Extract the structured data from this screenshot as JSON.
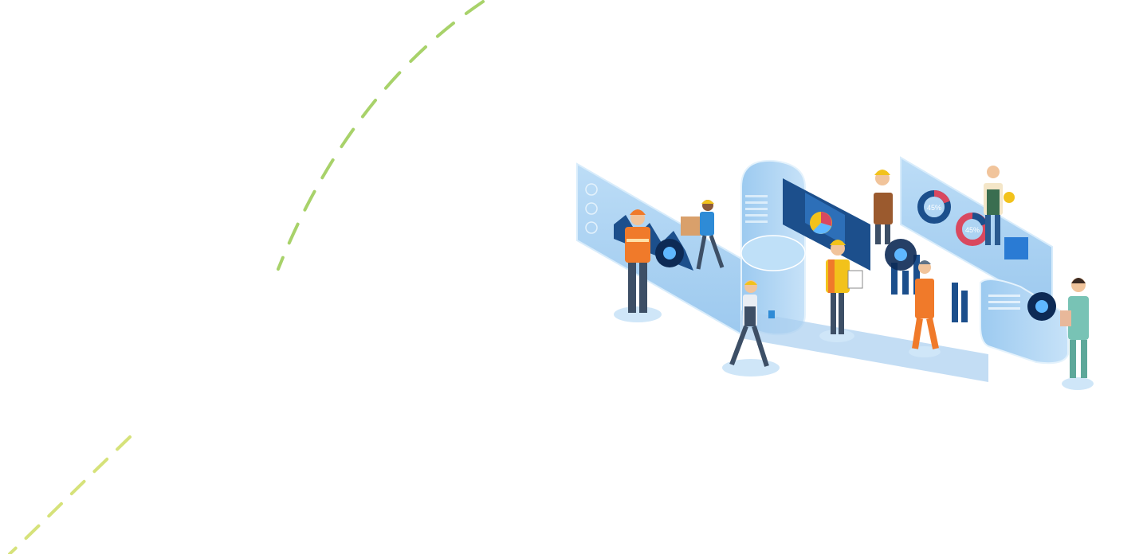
{
  "scene": {
    "description_name": "workers-with-dashboard-panels",
    "colors": {
      "background": "#ffffff",
      "dash_green": "#a8d26a",
      "dash_yellow": "#f0e060",
      "panel_light": "#a9cff0",
      "panel_mid": "#7fb6e8",
      "panel_dark": "#1c4f8c",
      "chart_red": "#d9485f",
      "vest_orange": "#f07a2a",
      "hat_yellow": "#f2c21b",
      "scrubs_green": "#78c3b5"
    },
    "panel_labels": {
      "donut_a": "45%",
      "donut_b": "45%"
    }
  }
}
